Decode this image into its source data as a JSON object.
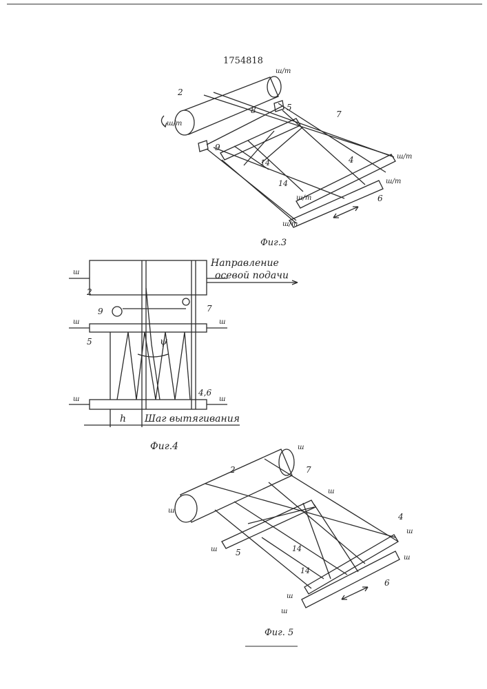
{
  "patent_number": "1754818",
  "fig3": {
    "caption": "Фиг.3",
    "labels": [
      "2",
      "8",
      "5",
      "7",
      "9",
      "4",
      "14",
      "14",
      "6"
    ],
    "bearing_mark": "ш/т"
  },
  "fig4": {
    "caption": "Фиг.4",
    "direction_line1": "Направление",
    "direction_line2": "осевой подачи",
    "step_label": "Шаг вытягивания",
    "h_label": "h",
    "psi_label": "ψ",
    "labels": [
      "2",
      "9",
      "7",
      "5",
      "4,6"
    ]
  },
  "fig5": {
    "caption": "Фиг. 5",
    "labels": [
      "2",
      "7",
      "4",
      "5",
      "14",
      "14",
      "6"
    ]
  }
}
